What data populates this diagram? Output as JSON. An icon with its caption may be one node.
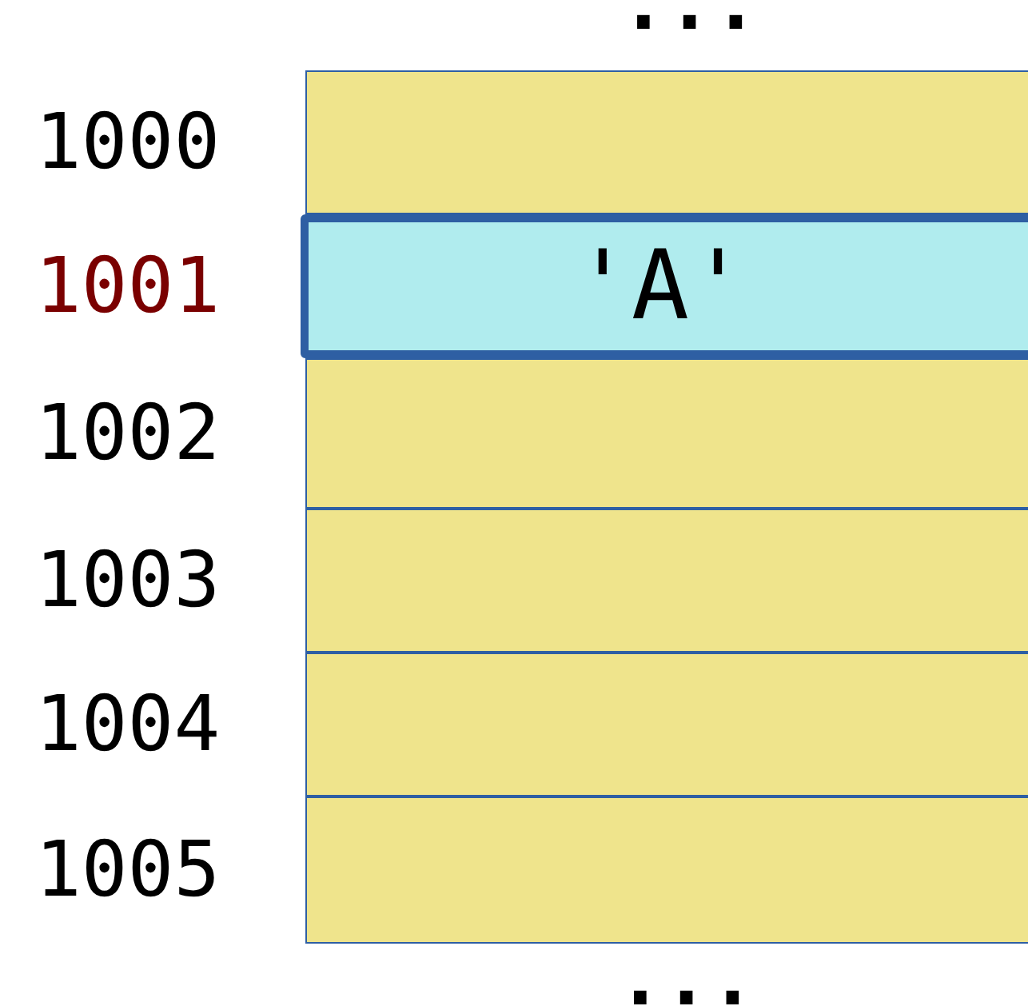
{
  "diagram": {
    "nodes": [
      {
        "text": [],
        "shape": "box",
        "beside": [
          "1000"
        ]
      },
      {
        "text": [
          "'A'"
        ],
        "beside": [
          "1001"
        ]
      },
      {
        "text": [],
        "shape": "box",
        "beside": [
          "1002"
        ]
      },
      {
        "text": [],
        "shape": "box",
        "beside": [
          "1003"
        ]
      },
      {
        "text": [],
        "shape": "box",
        "beside": [
          "1004"
        ]
      },
      {
        "text": [],
        "shape": "box",
        "beside": [
          "1005"
        ]
      }
    ],
    "labels": [
      "...",
      "..."
    ]
  }
}
